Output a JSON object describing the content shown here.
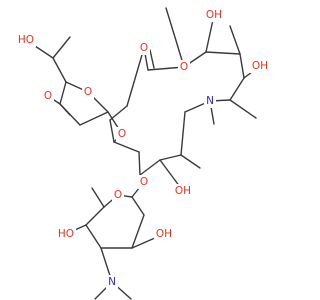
{
  "colors": {
    "bond": "#3a3a3a",
    "O": "#e8331c",
    "N": "#2a2ad8"
  },
  "labels": {
    "o_ester": "O",
    "o_carbonyl": "O",
    "oh_c1": "OH",
    "oh_c2": "OH",
    "n_ring": "N",
    "oh_top_left": "HO",
    "o_methoxy_sugar": "O",
    "o_methoxy": "O",
    "o_glyco1": "O",
    "oh_macro": "OH",
    "o_glyco2": "O",
    "o_sugar2": "O",
    "oh_sugar2a": "HO",
    "oh_sugar2b": "OH",
    "n_dimethyl": "N"
  }
}
